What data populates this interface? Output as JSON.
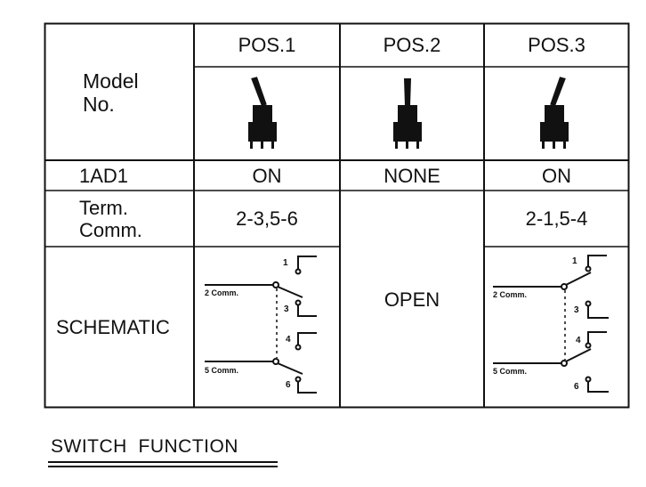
{
  "table": {
    "header": {
      "model_lines": [
        "Model",
        "No."
      ],
      "positions": [
        "POS.1",
        "POS.2",
        "POS.3"
      ]
    },
    "row_model": {
      "name": "1AD1",
      "values": [
        "ON",
        "NONE",
        "ON"
      ]
    },
    "row_term": {
      "label_lines": [
        "Term.",
        "Comm."
      ],
      "pos1": "2-3,5-6",
      "pos3": "2-1,5-4"
    },
    "row_schematic": {
      "label": "SCHEMATIC",
      "open_label": "OPEN",
      "pos1": {
        "n1": "1",
        "n2": "2 Comm.",
        "n3": "3",
        "n4": "4",
        "n5": "5 Comm.",
        "n6": "6"
      },
      "pos3": {
        "n1": "1",
        "n2": "2 Comm.",
        "n3": "3",
        "n4": "4",
        "n5": "5 Comm.",
        "n6": "6"
      }
    }
  },
  "footer": {
    "title": "SWITCH  FUNCTION"
  },
  "icons": [
    "toggle-switch-up-left",
    "toggle-switch-center",
    "toggle-switch-up-right"
  ],
  "colors": {
    "ink": "#111111",
    "background": "#ffffff"
  }
}
